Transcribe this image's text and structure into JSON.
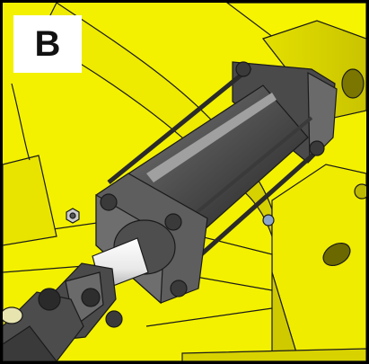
{
  "figure": {
    "label": "B"
  },
  "colors": {
    "frame_background": "#f3f100",
    "frame_shadow": "#b8b000",
    "edge_lines": "#1a1a1a",
    "cylinder_body": "#5a5a5a",
    "cylinder_dark": "#2e2e2e",
    "cylinder_highlight": "#9a9a9a",
    "piston_rod": "#eeeeee",
    "label_background": "#ffffff"
  },
  "icons": {
    "cylinder": "hydraulic-cylinder-drawing",
    "clevis": "rod-clevis-drawing",
    "mount": "cylinder-mount-bracket-drawing",
    "nut": "hex-nut-drawing"
  }
}
